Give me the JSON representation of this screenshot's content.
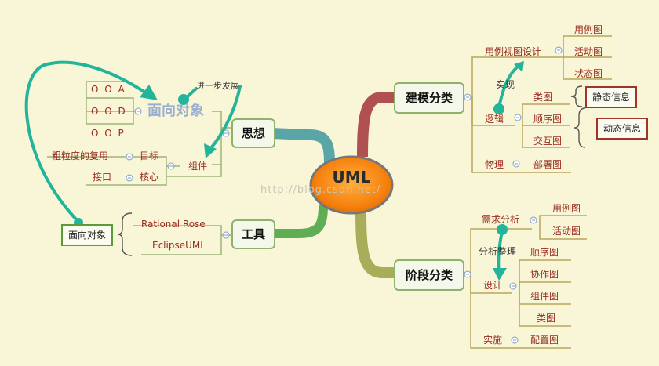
{
  "center": "UML",
  "watermark": "http://blog.csdn.net/",
  "left": {
    "thought": {
      "label": "思想",
      "oo": {
        "label": "面向对象",
        "items": [
          "O O A",
          "O O D",
          "O O P"
        ],
        "note": "进一步发展"
      },
      "component": {
        "label": "组件",
        "rows": [
          {
            "label": "目标",
            "detail": "粗粒度的复用"
          },
          {
            "label": "核心",
            "detail": "接口"
          }
        ]
      }
    },
    "tools": {
      "label": "工具",
      "items": [
        "Rational Rose",
        "EclipseUML"
      ],
      "callout": "面向对象"
    }
  },
  "right": {
    "modeling": {
      "label": "建模分类",
      "usecase": {
        "label": "用例视图设计",
        "items": [
          "用例图",
          "活动图",
          "状态图"
        ]
      },
      "note": "实现",
      "logic": {
        "label": "逻辑",
        "items": [
          "类图",
          "顺序图",
          "交互图"
        ],
        "static": "静态信息",
        "dynamic": "动态信息"
      },
      "physical": {
        "label": "物理",
        "items": [
          "部署图"
        ]
      }
    },
    "phases": {
      "label": "阶段分类",
      "requirements": {
        "label": "需求分析",
        "items": [
          "用例图",
          "活动图"
        ]
      },
      "note": "分析整理",
      "design": {
        "label": "设计",
        "items": [
          "顺序图",
          "协作图",
          "组件图",
          "类图"
        ]
      },
      "implementation": {
        "label": "实施",
        "items": [
          "配置图"
        ]
      }
    }
  },
  "colors": {
    "background": "#f9f6d8",
    "branch_thought": "#5aa6a6",
    "branch_tools": "#5fae55",
    "branch_modeling": "#b05050",
    "branch_phases": "#a8ad5a",
    "center_orange": "#f7820f",
    "arrow": "#23b59a",
    "text_red": "#9a2c1e",
    "text_green": "#226b1c"
  }
}
